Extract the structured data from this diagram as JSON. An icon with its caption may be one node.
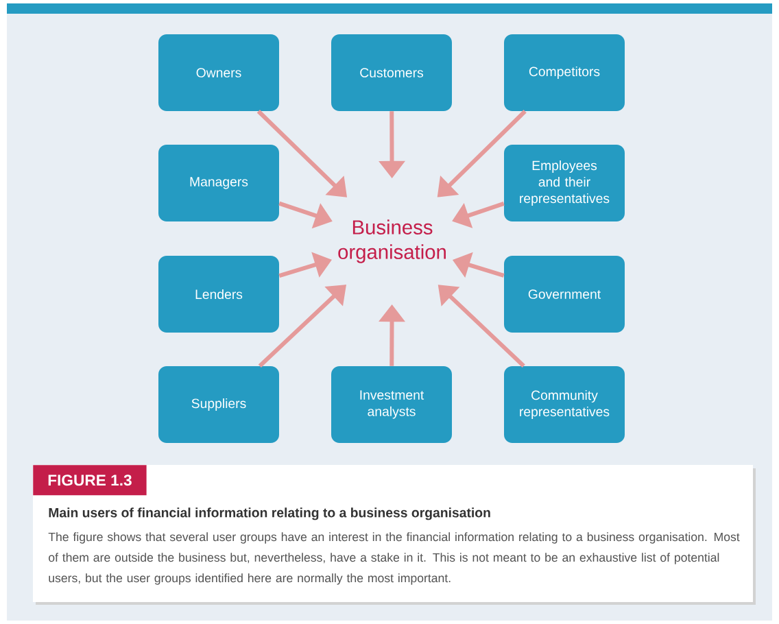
{
  "diagram": {
    "title": "Main users of financial information relating to a business organisation",
    "caption": "The figure shows that several user groups have an interest in the financial information relating to a business organisation. Most of them are outside the business but, nevertheless, have a stake in it. This is not meant to be an exhaustive list of potential users, but the user groups identified here are normally the most important.",
    "nodes": [
      {
        "text": [
          "Owners"
        ]
      },
      {
        "text": [
          "Customers"
        ]
      },
      {
        "text": [
          "Competitors"
        ]
      },
      {
        "text": [
          "Managers"
        ]
      },
      {
        "text": [
          "Employees and their representatives"
        ]
      },
      {
        "text": [
          "Lenders"
        ]
      },
      {
        "text": [
          "Government"
        ]
      },
      {
        "text": [
          "Suppliers"
        ]
      },
      {
        "text": [
          "Investment analysts"
        ]
      },
      {
        "text": [
          "Community representatives"
        ]
      },
      {
        "text": [
          "Business organisation"
        ]
      }
    ],
    "edges": [
      {
        "from": 0,
        "to": 10,
        "arrow": "to"
      },
      {
        "from": 1,
        "to": 10,
        "arrow": "to"
      },
      {
        "from": 2,
        "to": 10,
        "arrow": "to"
      },
      {
        "from": 3,
        "to": 10,
        "arrow": "to"
      },
      {
        "from": 4,
        "to": 10,
        "arrow": "to"
      },
      {
        "from": 5,
        "to": 10,
        "arrow": "to"
      },
      {
        "from": 6,
        "to": 10,
        "arrow": "to"
      },
      {
        "from": 7,
        "to": 10,
        "arrow": "to"
      },
      {
        "from": 8,
        "to": 10,
        "arrow": "to"
      },
      {
        "from": 9,
        "to": 10,
        "arrow": "to"
      }
    ],
    "labels": [
      "FIGURE 1.3"
    ]
  }
}
